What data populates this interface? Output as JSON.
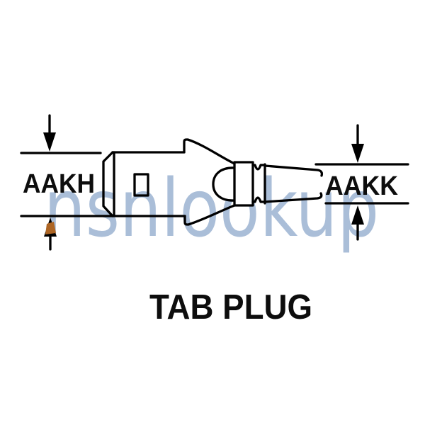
{
  "page": {
    "background": "#ffffff"
  },
  "diagram": {
    "title": "TAB PLUG",
    "left_dimension_label": "AAKH",
    "right_dimension_label": "AAKK",
    "watermark": "nsnlookup",
    "colors": {
      "line": "#000000",
      "label_text": "#0d0d0d",
      "watermark": "#aabed8",
      "arrow_accent": "#ad6524"
    }
  }
}
